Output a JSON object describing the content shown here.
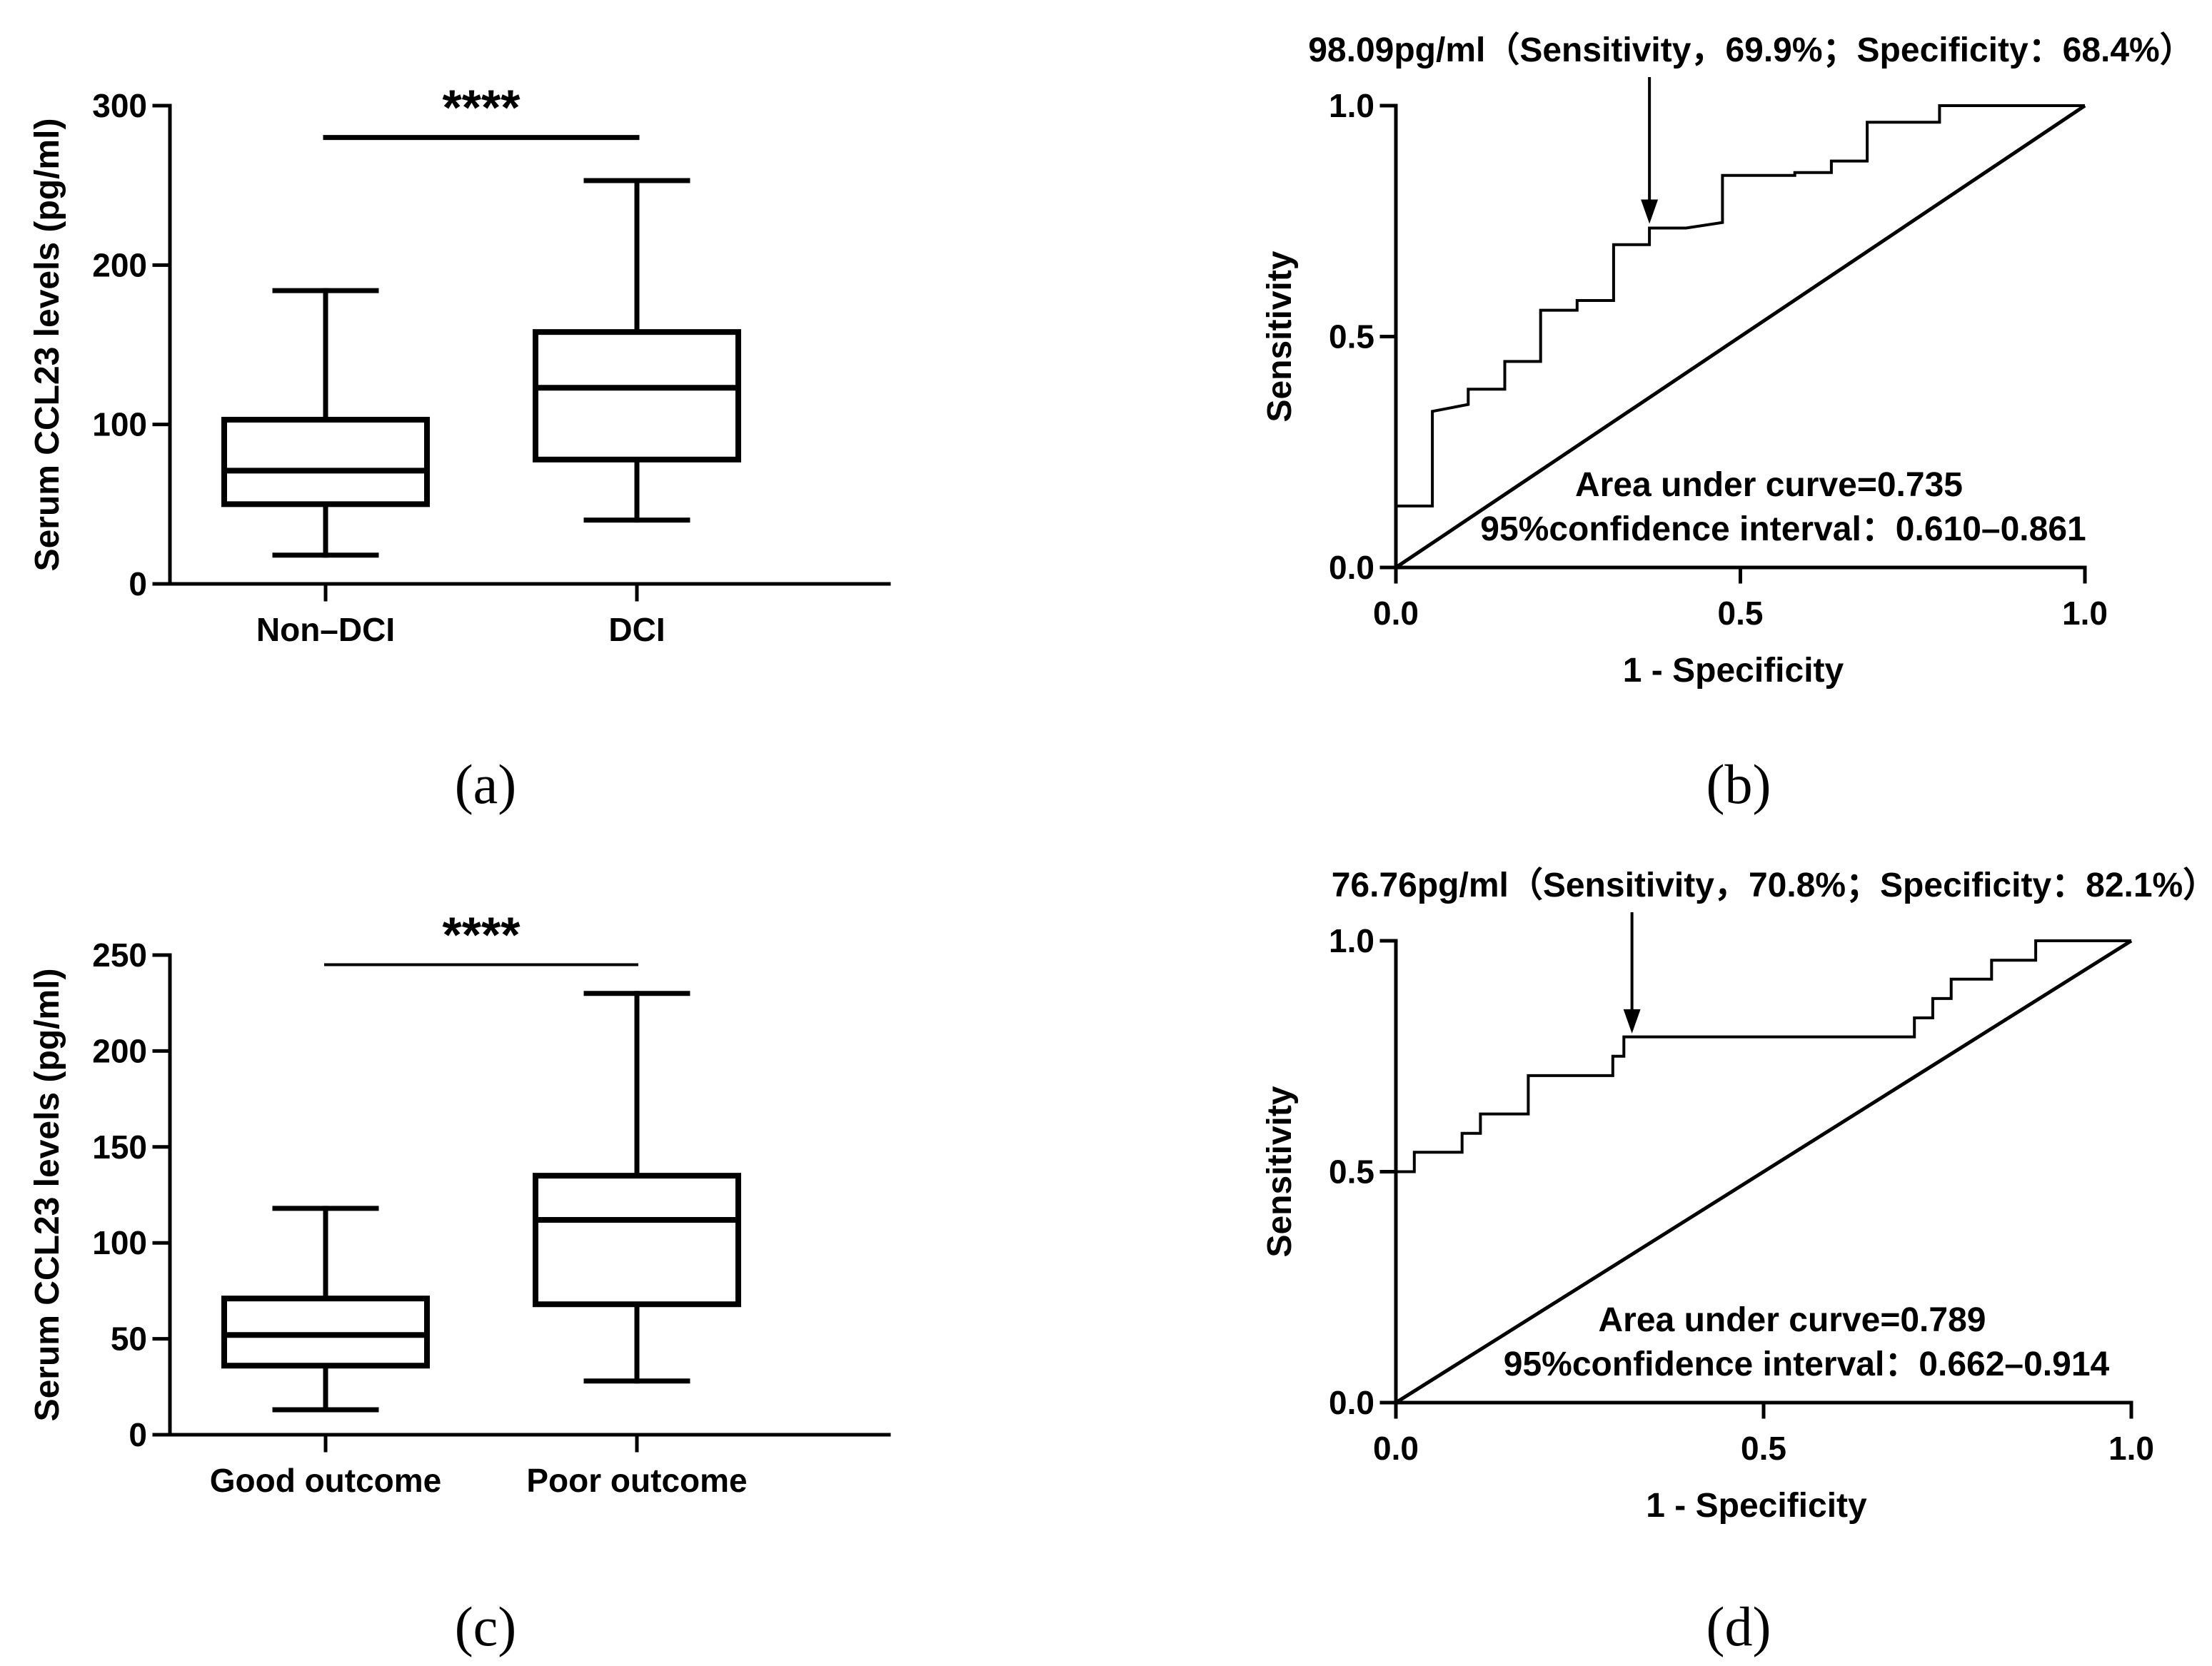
{
  "panels": [
    {
      "label": "(a)",
      "chart_data": {
        "type": "box",
        "categories": [
          "Non–DCI",
          "DCI"
        ],
        "boxes": [
          {
            "category": "Non–DCI",
            "min": 18,
            "q1": 50,
            "median": 71,
            "q3": 103,
            "max": 184
          },
          {
            "category": "DCI",
            "min": 40,
            "q1": 78,
            "median": 123,
            "q3": 158,
            "max": 253
          }
        ],
        "ylabel": "Serum CCL23 levels (pg/ml)",
        "ylim": [
          0,
          300
        ],
        "yticks": [
          "0",
          "100",
          "200",
          "300"
        ],
        "significance": {
          "text": "****",
          "y": 280
        }
      }
    },
    {
      "label": "(b)",
      "chart_data": {
        "type": "line",
        "xlabel": "1 - Specificity",
        "ylabel": "Sensitivity",
        "xlim": [
          0,
          1
        ],
        "ylim": [
          0,
          1
        ],
        "xticks": [
          "0.0",
          "0.5",
          "1.0"
        ],
        "yticks": [
          "0.0",
          "0.5",
          "1.0"
        ],
        "series": [
          {
            "points": [
              [
                0,
                0
              ],
              [
                0,
                0.133
              ],
              [
                0.053,
                0.133
              ],
              [
                0.053,
                0.338
              ],
              [
                0.105,
                0.353
              ],
              [
                0.105,
                0.386
              ],
              [
                0.158,
                0.386
              ],
              [
                0.158,
                0.446
              ],
              [
                0.21,
                0.446
              ],
              [
                0.21,
                0.557
              ],
              [
                0.263,
                0.557
              ],
              [
                0.263,
                0.578
              ],
              [
                0.316,
                0.578
              ],
              [
                0.316,
                0.699
              ],
              [
                0.368,
                0.699
              ],
              [
                0.368,
                0.735
              ],
              [
                0.421,
                0.735
              ],
              [
                0.474,
                0.747
              ],
              [
                0.474,
                0.849
              ],
              [
                0.579,
                0.849
              ],
              [
                0.579,
                0.855
              ],
              [
                0.632,
                0.855
              ],
              [
                0.632,
                0.88
              ],
              [
                0.684,
                0.88
              ],
              [
                0.684,
                0.964
              ],
              [
                0.789,
                0.964
              ],
              [
                0.789,
                1
              ],
              [
                1,
                1
              ]
            ]
          },
          {
            "points": [
              [
                0,
                0
              ],
              [
                1,
                1
              ]
            ]
          }
        ],
        "cutoff_arrow": {
          "x": 0.368,
          "y": 0.735
        },
        "cutoff_text": "98.09pg/ml（Sensitivity，69.9%；Specificity：68.4%）",
        "auc_text": "Area under curve=0.735",
        "ci_text": "95%confidence interval：0.610–0.861"
      }
    },
    {
      "label": "(c)",
      "chart_data": {
        "type": "box",
        "categories": [
          "Good outcome",
          "Poor outcome"
        ],
        "boxes": [
          {
            "category": "Good outcome",
            "min": 13,
            "q1": 36,
            "median": 52,
            "q3": 71,
            "max": 118
          },
          {
            "category": "Poor outcome",
            "min": 28,
            "q1": 68,
            "median": 112,
            "q3": 135,
            "max": 230
          }
        ],
        "ylabel": "Serum CCL23 levels (pg/ml)",
        "ylim": [
          0,
          250
        ],
        "yticks": [
          "0",
          "50",
          "100",
          "150",
          "200",
          "250"
        ],
        "significance": {
          "text": "****",
          "y": 245
        }
      }
    },
    {
      "label": "(d)",
      "chart_data": {
        "type": "line",
        "xlabel": "1 - Specificity",
        "ylabel": "Sensitivity",
        "xlim": [
          0,
          1
        ],
        "ylim": [
          0,
          1
        ],
        "xticks": [
          "0.0",
          "0.5",
          "1.0"
        ],
        "yticks": [
          "0.0",
          "0.5",
          "1.0"
        ],
        "series": [
          {
            "points": [
              [
                0,
                0
              ],
              [
                0,
                0.5
              ],
              [
                0.025,
                0.5
              ],
              [
                0.025,
                0.542
              ],
              [
                0.09,
                0.542
              ],
              [
                0.09,
                0.583
              ],
              [
                0.115,
                0.583
              ],
              [
                0.115,
                0.625
              ],
              [
                0.18,
                0.625
              ],
              [
                0.18,
                0.708
              ],
              [
                0.295,
                0.708
              ],
              [
                0.295,
                0.75
              ],
              [
                0.31,
                0.75
              ],
              [
                0.31,
                0.792
              ],
              [
                0.705,
                0.792
              ],
              [
                0.705,
                0.833
              ],
              [
                0.73,
                0.833
              ],
              [
                0.73,
                0.875
              ],
              [
                0.755,
                0.875
              ],
              [
                0.755,
                0.917
              ],
              [
                0.81,
                0.917
              ],
              [
                0.81,
                0.958
              ],
              [
                0.87,
                0.958
              ],
              [
                0.87,
                1
              ],
              [
                1,
                1
              ]
            ]
          },
          {
            "points": [
              [
                0,
                0
              ],
              [
                1,
                1
              ]
            ]
          }
        ],
        "cutoff_arrow": {
          "x": 0.321,
          "y": 0.79
        },
        "cutoff_text": "76.76pg/ml（Sensitivity，70.8%；Specificity：82.1%）",
        "auc_text": "Area under curve=0.789",
        "ci_text": "95%confidence interval：0.662–0.914"
      }
    }
  ]
}
